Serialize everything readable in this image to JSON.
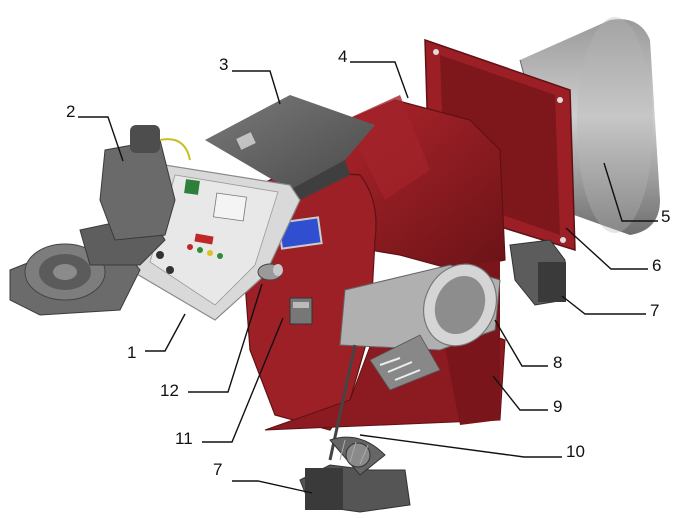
{
  "diagram": {
    "callouts": [
      {
        "id": "1",
        "label": "1"
      },
      {
        "id": "2",
        "label": "2"
      },
      {
        "id": "3",
        "label": "3"
      },
      {
        "id": "4",
        "label": "4"
      },
      {
        "id": "5",
        "label": "5"
      },
      {
        "id": "6",
        "label": "6"
      },
      {
        "id": "7a",
        "label": "7"
      },
      {
        "id": "7b",
        "label": "7"
      },
      {
        "id": "8",
        "label": "8"
      },
      {
        "id": "9",
        "label": "9"
      },
      {
        "id": "10",
        "label": "10"
      },
      {
        "id": "11",
        "label": "11"
      },
      {
        "id": "12",
        "label": "12"
      }
    ]
  },
  "colors": {
    "body_red": "#8e1c22",
    "body_red_light": "#b5262d",
    "body_red_dark": "#5f1115",
    "steel": "#8a8a8a",
    "panel": "#d9d9d9",
    "screen": "#2f4fd0"
  }
}
